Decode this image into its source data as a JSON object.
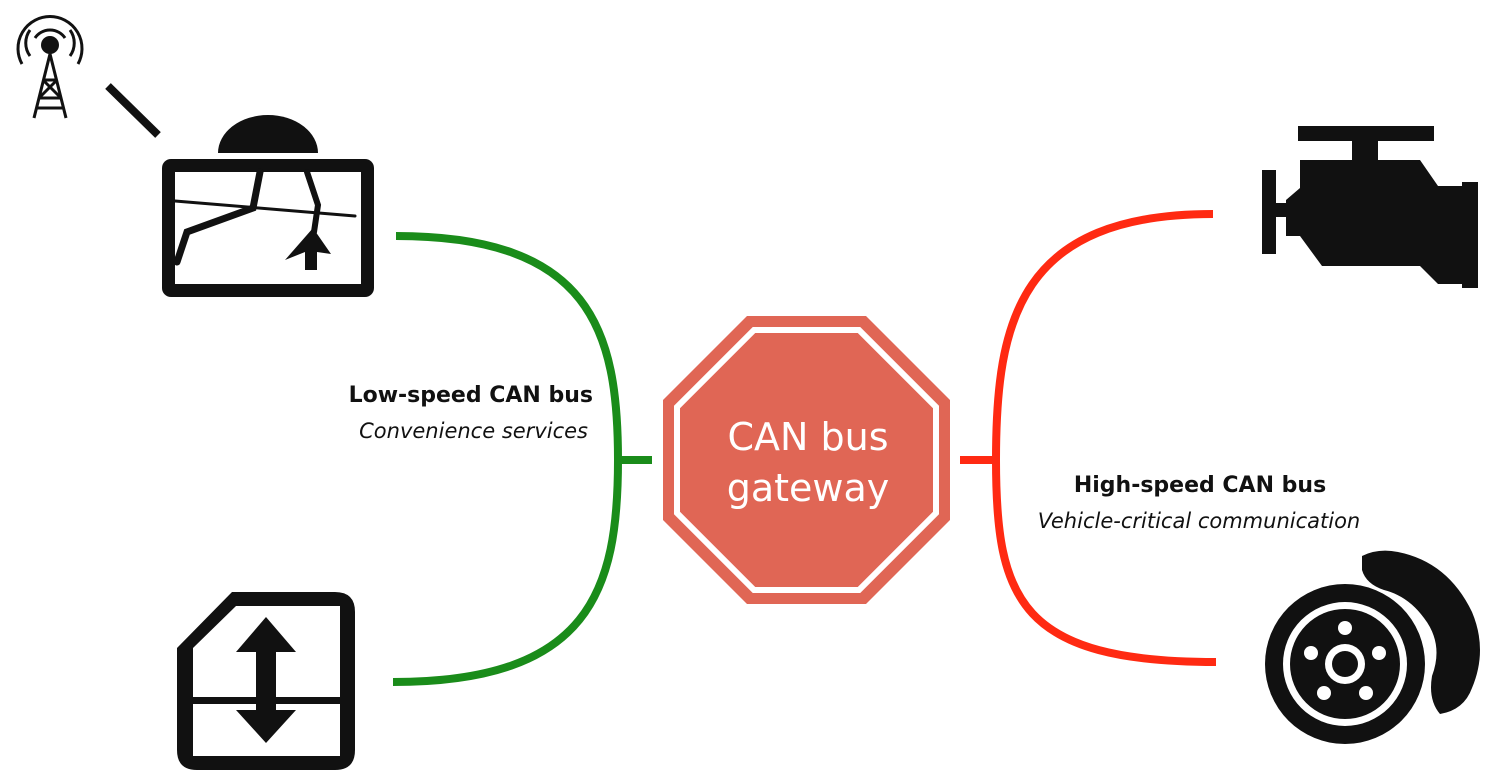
{
  "gateway": {
    "line1": "CAN bus",
    "line2": "gateway",
    "color": "#e06655"
  },
  "low_speed_bus": {
    "title": "Low-speed CAN bus",
    "subtitle": "Convenience services",
    "color": "#1a8c1a"
  },
  "high_speed_bus": {
    "title": "High-speed CAN bus",
    "subtitle": "Vehicle-critical communication",
    "color": "#ff2a12"
  },
  "devices": {
    "left": [
      "radio-tower-icon",
      "navigation-unit-icon",
      "power-window-icon"
    ],
    "right": [
      "engine-icon",
      "brake-disc-icon"
    ]
  }
}
